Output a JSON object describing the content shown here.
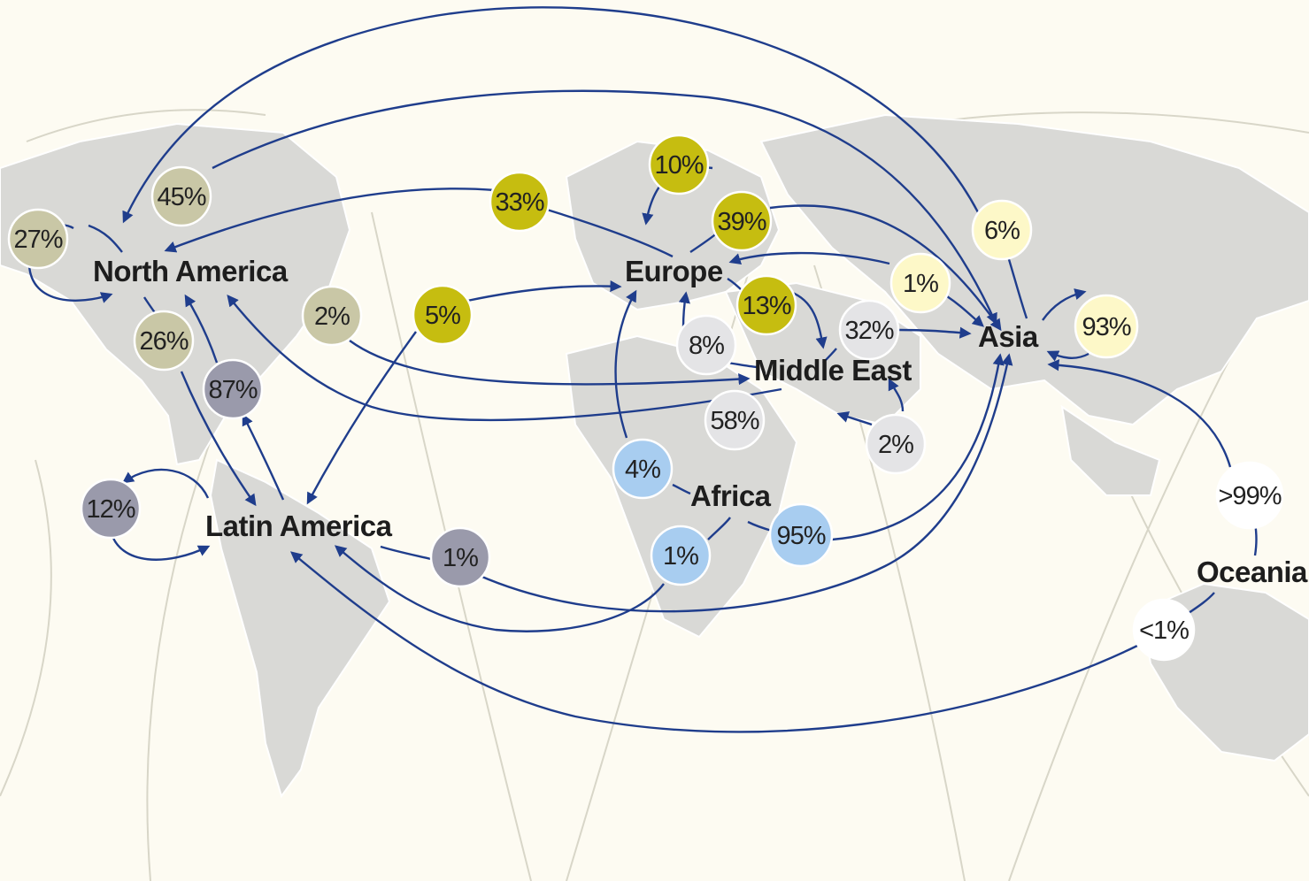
{
  "colors": {
    "background": "#fdfbf2",
    "land": "#d9d9d6",
    "flow_line": "#1f3d8c",
    "north_america": "#c9c7a6",
    "latin_america": "#9a9aab",
    "europe": "#c6bd10",
    "middle_east": "#e4e4e6",
    "africa": "#a8cdf0",
    "asia": "#fdf8c8",
    "oceania": "#ffffff"
  },
  "regions": {
    "north_america": "North America",
    "latin_america": "Latin America",
    "europe": "Europe",
    "middle_east": "Middle East",
    "africa": "Africa",
    "asia": "Asia",
    "oceania": "Oceania"
  },
  "shares": {
    "na_to_na": {
      "text": "27%",
      "value": 27,
      "from": "North America",
      "to": "North America"
    },
    "na_to_asia": {
      "text": "45%",
      "value": 45,
      "from": "North America",
      "to": "Asia"
    },
    "na_to_la": {
      "text": "26%",
      "value": 26,
      "from": "North America",
      "to": "Latin America"
    },
    "na_to_me": {
      "text": "2%",
      "value": 2,
      "from": "North America",
      "to": "Middle East"
    },
    "la_to_na": {
      "text": "87%",
      "value": 87,
      "from": "Latin America",
      "to": "North America"
    },
    "la_to_la": {
      "text": "12%",
      "value": 12,
      "from": "Latin America",
      "to": "Latin America"
    },
    "la_to_asia": {
      "text": "1%",
      "value": 1,
      "from": "Latin America",
      "to": "Asia"
    },
    "eu_to_eu": {
      "text": "10%",
      "value": 10,
      "from": "Europe",
      "to": "Europe"
    },
    "eu_to_na": {
      "text": "33%",
      "value": 33,
      "from": "Europe",
      "to": "North America"
    },
    "eu_to_asia": {
      "text": "39%",
      "value": 39,
      "from": "Europe",
      "to": "Asia"
    },
    "eu_to_me": {
      "text": "13%",
      "value": 13,
      "from": "Europe",
      "to": "Middle East"
    },
    "eu_to_la": {
      "text": "5%",
      "value": 5,
      "from": "Europe",
      "to": "Latin America"
    },
    "me_to_eu": {
      "text": "8%",
      "value": 8,
      "from": "Middle East",
      "to": "Europe"
    },
    "me_to_asia": {
      "text": "32%",
      "value": 32,
      "from": "Middle East",
      "to": "Asia"
    },
    "me_to_na": {
      "text": "58%",
      "value": 58,
      "from": "Middle East",
      "to": "North America"
    },
    "me_to_me": {
      "text": "2%",
      "value": 2,
      "from": "Middle East",
      "to": "Middle East"
    },
    "af_to_eu": {
      "text": "4%",
      "value": 4,
      "from": "Africa",
      "to": "Europe"
    },
    "af_to_la": {
      "text": "1%",
      "value": 1,
      "from": "Africa",
      "to": "Latin America"
    },
    "af_to_asia": {
      "text": "95%",
      "value": 95,
      "from": "Africa",
      "to": "Asia"
    },
    "asia_to_na": {
      "text": "6%",
      "value": 6,
      "from": "Asia",
      "to": "North America"
    },
    "asia_to_eu": {
      "text": "1%",
      "value": 1,
      "from": "Asia",
      "to": "Europe"
    },
    "asia_to_asia": {
      "text": "93%",
      "value": 93,
      "from": "Asia",
      "to": "Asia"
    },
    "oc_to_asia": {
      "text": ">99%",
      "value": 99,
      "from": "Oceania",
      "to": "Asia"
    },
    "oc_to_la": {
      "text": "<1%",
      "value": 1,
      "from": "Oceania",
      "to": "Latin America"
    }
  }
}
